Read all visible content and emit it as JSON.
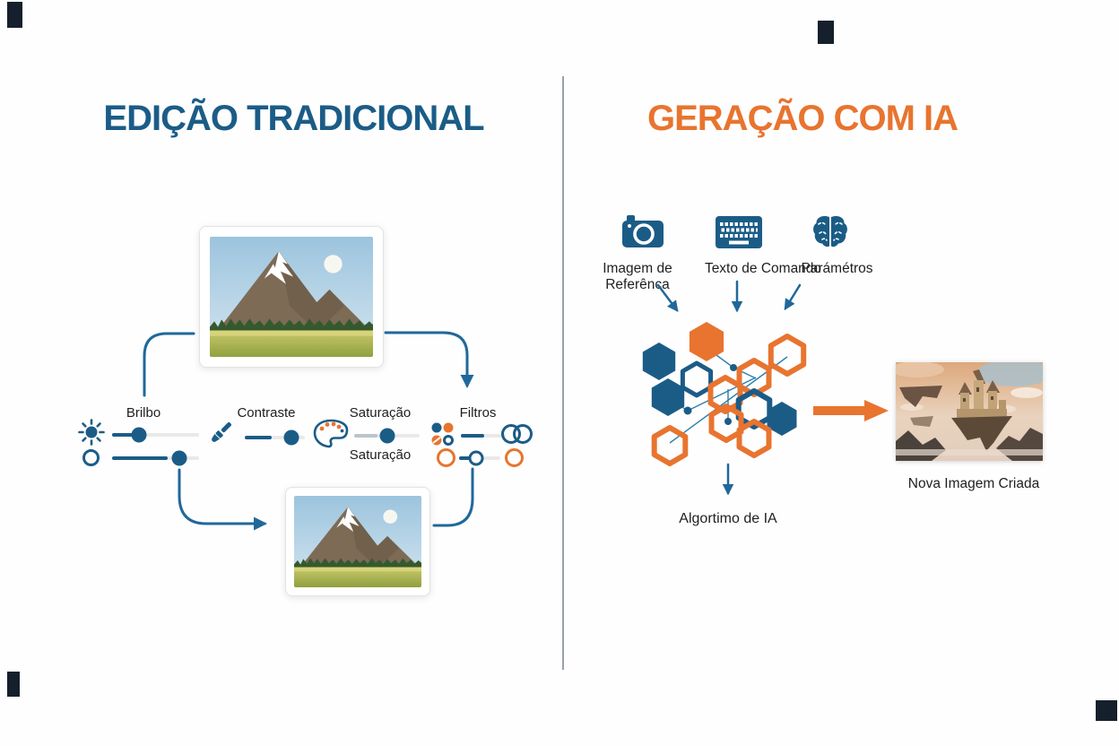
{
  "left_panel": {
    "title": "EDIÇÃO TRADICIONAL",
    "brightness_label": "Brilbo",
    "contrast_label": "Contraste",
    "saturation_label": "Saturação",
    "saturation_label_2": "Saturação",
    "filters_label": "Filtros"
  },
  "right_panel": {
    "title": "GERAÇÃO COM IA",
    "input_labels": {
      "reference_image": "Imagem de Referênca",
      "command_text": "Texto de Comando",
      "parameters": "Parámétros"
    },
    "algorithm_label": "Algortimo de IA",
    "output_label": "Nova Imagem Criada"
  },
  "colors": {
    "primary_blue": "#1b5c87",
    "accent_orange": "#e8742f",
    "line_blue": "#20689a"
  },
  "icons": [
    "sun-icon",
    "circle-icon",
    "brush-icon",
    "palette-icon",
    "filter-dots-icon",
    "venn-circles-icon",
    "camera-icon",
    "keyboard-icon",
    "brain-icon"
  ]
}
